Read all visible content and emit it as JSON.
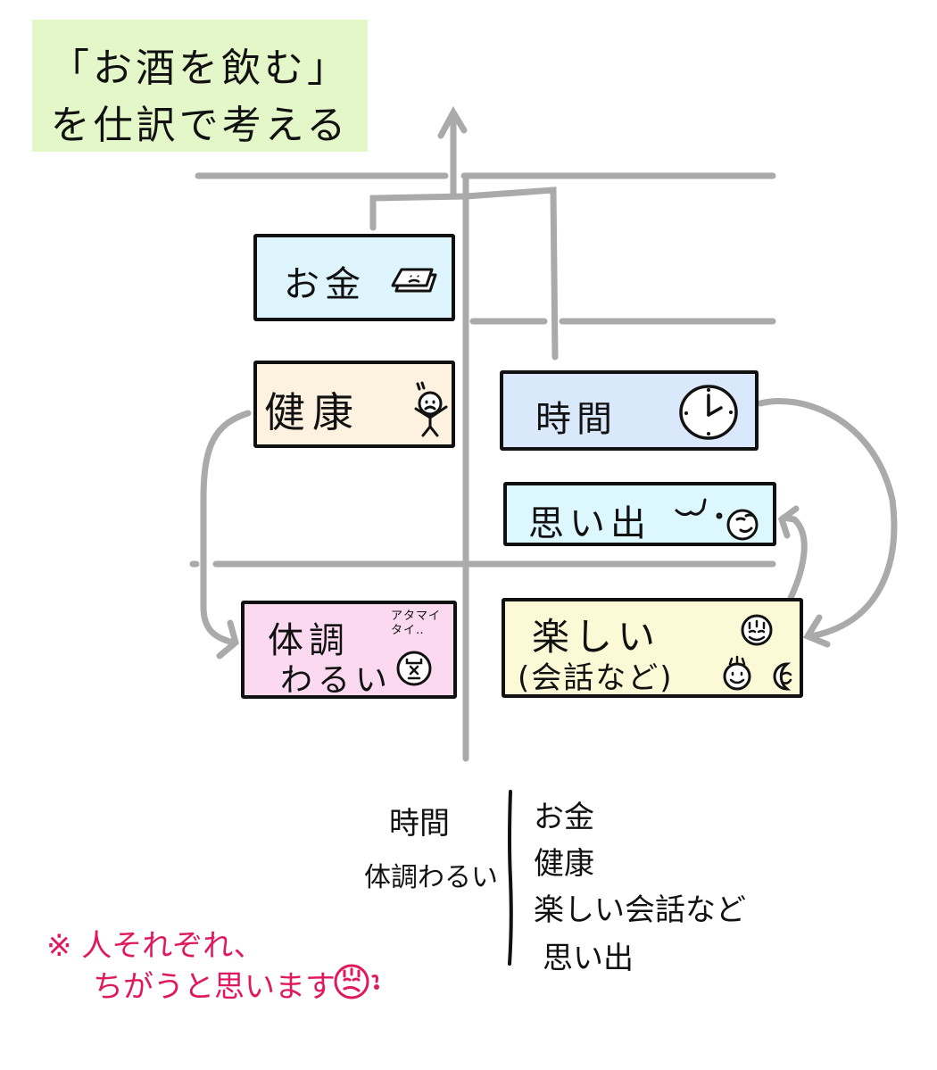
{
  "title": {
    "line1": "「お酒を飲む」",
    "line2": "を仕訳で考える",
    "background_color": "#e3f7c9"
  },
  "diagram": {
    "left_side": {
      "boxes": [
        {
          "id": "money",
          "label": "お金",
          "icon": "banknotes-sad-icon",
          "color": "#dff5fd"
        },
        {
          "id": "health",
          "label": "健康",
          "icon": "worried-stick-figure-icon",
          "color": "#fdf1df"
        },
        {
          "id": "bad-health",
          "label_line1": "体調",
          "label_line2": "わるい",
          "annotation": "アタマイタイ‥",
          "icon": "dizzy-face-icon",
          "color": "#fbd9f0"
        }
      ]
    },
    "right_side": {
      "boxes": [
        {
          "id": "time",
          "label": "時間",
          "icon": "clock-icon",
          "color": "#d9e8fb"
        },
        {
          "id": "memory",
          "label": "思い出",
          "icon": "dreamy-face-icon",
          "color": "#dcf7fd"
        },
        {
          "id": "fun",
          "label_line1": "楽しい",
          "label_line2": "(会話など)",
          "icon": "happy-faces-icon",
          "color": "#fcf9d7"
        }
      ]
    },
    "arrows": [
      {
        "from": "money",
        "to": "top"
      },
      {
        "from": "time",
        "to": "top"
      },
      {
        "from": "health",
        "to": "bad-health"
      },
      {
        "from": "time",
        "to": "fun"
      },
      {
        "from": "fun",
        "to": "memory"
      }
    ],
    "line_color": "#aaaaaa"
  },
  "summary": {
    "debit": [
      "時間",
      "体調わるい"
    ],
    "credit": [
      "お金",
      "健康",
      "楽しい会話など",
      "思い出"
    ]
  },
  "note": {
    "line1": "※ 人それぞれ、",
    "line2": "ちがうと思います",
    "icon": "thinking-face-icon",
    "color": "#e0195d"
  }
}
